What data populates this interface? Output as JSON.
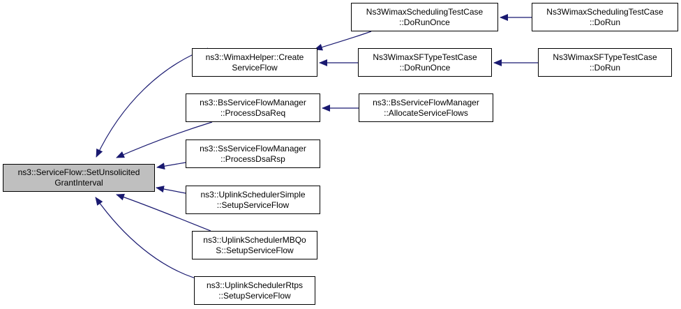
{
  "graph": {
    "root": {
      "line1": "ns3::ServiceFlow::SetUnsolicited",
      "line2": "GrantInterval"
    },
    "callers": [
      {
        "line1": "ns3::WimaxHelper::Create",
        "line2": "ServiceFlow"
      },
      {
        "line1": "ns3::BsServiceFlowManager",
        "line2": "::ProcessDsaReq"
      },
      {
        "line1": "ns3::SsServiceFlowManager",
        "line2": "::ProcessDsaRsp"
      },
      {
        "line1": "ns3::UplinkSchedulerSimple",
        "line2": "::SetupServiceFlow"
      },
      {
        "line1": "ns3::UplinkSchedulerMBQo",
        "line2": "S::SetupServiceFlow"
      },
      {
        "line1": "ns3::UplinkSchedulerRtps",
        "line2": "::SetupServiceFlow"
      },
      {
        "line1": "Ns3WimaxSchedulingTestCase",
        "line2": "::DoRunOnce"
      },
      {
        "line1": "Ns3WimaxSFTypeTestCase",
        "line2": "::DoRunOnce"
      },
      {
        "line1": "ns3::BsServiceFlowManager",
        "line2": "::AllocateServiceFlows"
      },
      {
        "line1": "Ns3WimaxSchedulingTestCase",
        "line2": "::DoRun"
      },
      {
        "line1": "Ns3WimaxSFTypeTestCase",
        "line2": "::DoRun"
      }
    ]
  },
  "colors": {
    "root_fill": "#bfbfbf",
    "node_fill": "#ffffff",
    "node_border": "#000000",
    "edge": "#191970"
  }
}
